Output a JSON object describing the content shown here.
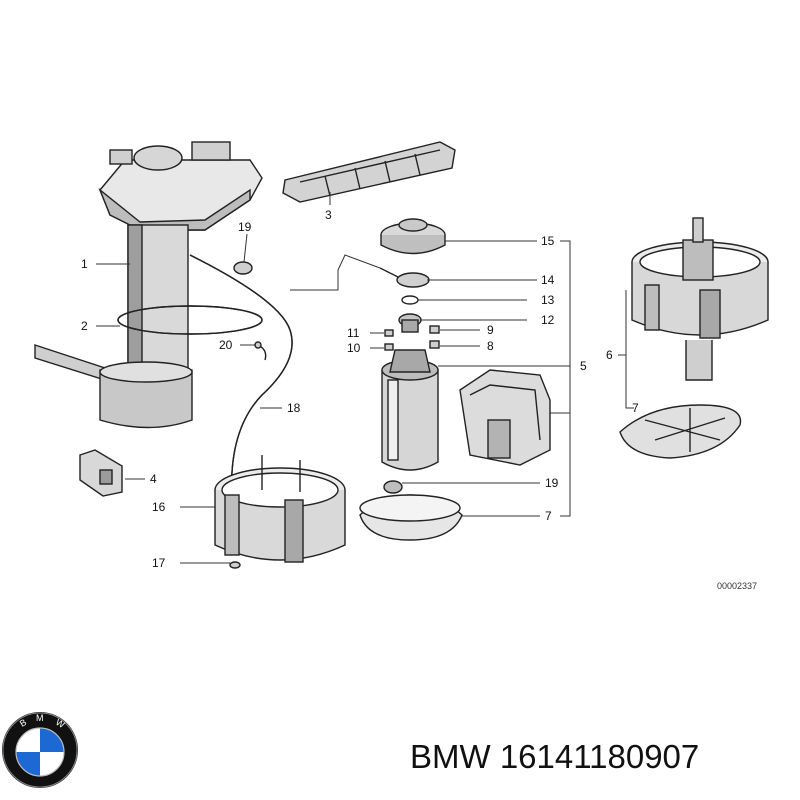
{
  "callouts": [
    {
      "id": "c1",
      "text": "1"
    },
    {
      "id": "c2",
      "text": "2"
    },
    {
      "id": "c3",
      "text": "3"
    },
    {
      "id": "c4",
      "text": "4"
    },
    {
      "id": "c5",
      "text": "5"
    },
    {
      "id": "c6",
      "text": "6"
    },
    {
      "id": "c7a",
      "text": "7"
    },
    {
      "id": "c7b",
      "text": "7"
    },
    {
      "id": "c8",
      "text": "8"
    },
    {
      "id": "c9",
      "text": "9"
    },
    {
      "id": "c10",
      "text": "10"
    },
    {
      "id": "c11",
      "text": "11"
    },
    {
      "id": "c12",
      "text": "12"
    },
    {
      "id": "c13",
      "text": "13"
    },
    {
      "id": "c14",
      "text": "14"
    },
    {
      "id": "c15",
      "text": "15"
    },
    {
      "id": "c16",
      "text": "16"
    },
    {
      "id": "c17",
      "text": "17"
    },
    {
      "id": "c18",
      "text": "18"
    },
    {
      "id": "c19a",
      "text": "19"
    },
    {
      "id": "c19b",
      "text": "19"
    },
    {
      "id": "c20",
      "text": "20"
    }
  ],
  "drawing_number": "00002337",
  "caption": {
    "brand": "BMW",
    "part_number": "16141180907"
  },
  "logo": {
    "name": "bmw-roundel-logo",
    "lettering": "BMW",
    "colors": {
      "blue": "#1c69d4",
      "white": "#ffffff",
      "black": "#111111"
    }
  }
}
